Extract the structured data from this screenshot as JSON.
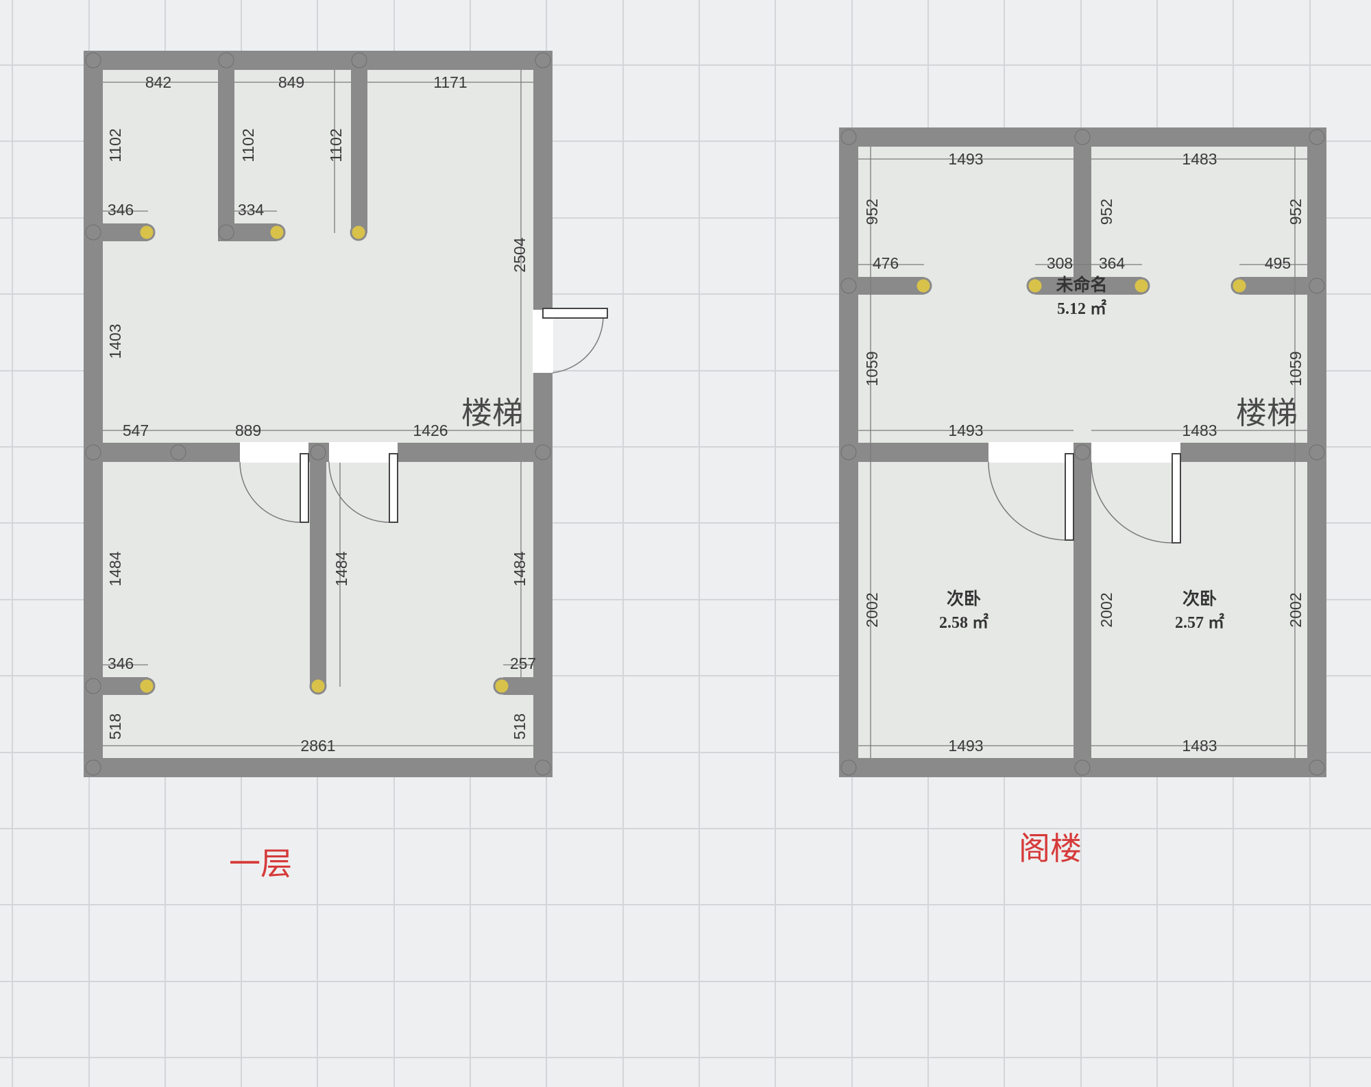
{
  "colors": {
    "background": "#eeeff0",
    "grid": "#d3d5d8",
    "floor": "#e6e8e6",
    "wall": "#8a8a8a",
    "wall_edge": "#5a5a5a",
    "dimension_line": "#7a7a7a",
    "column_fill": "#d8c24a",
    "column_ring": "#8a8a8a",
    "door": "#ffffff",
    "label_red": "#d63a3a"
  },
  "plans": [
    {
      "id": "ground",
      "label": "一层",
      "stair_label": "楼梯",
      "dimensions": [
        "842",
        "849",
        "1171",
        "1102",
        "1102",
        "1102",
        "346",
        "334",
        "2504",
        "1403",
        "547",
        "889",
        "1426",
        "1484",
        "1484",
        "1484",
        "346",
        "257",
        "518",
        "518",
        "2861"
      ],
      "rooms": []
    },
    {
      "id": "attic",
      "label": "阁楼",
      "stair_label": "楼梯",
      "dimensions": [
        "1493",
        "1483",
        "952",
        "952",
        "952",
        "476",
        "308",
        "364",
        "495",
        "1059",
        "1059",
        "1493",
        "1483",
        "2002",
        "2002",
        "2002",
        "1493",
        "1483"
      ],
      "rooms": [
        {
          "name": "未命名",
          "area": "5.12 ㎡"
        },
        {
          "name": "次卧",
          "area": "2.58 ㎡"
        },
        {
          "name": "次卧",
          "area": "2.57 ㎡"
        }
      ]
    }
  ]
}
